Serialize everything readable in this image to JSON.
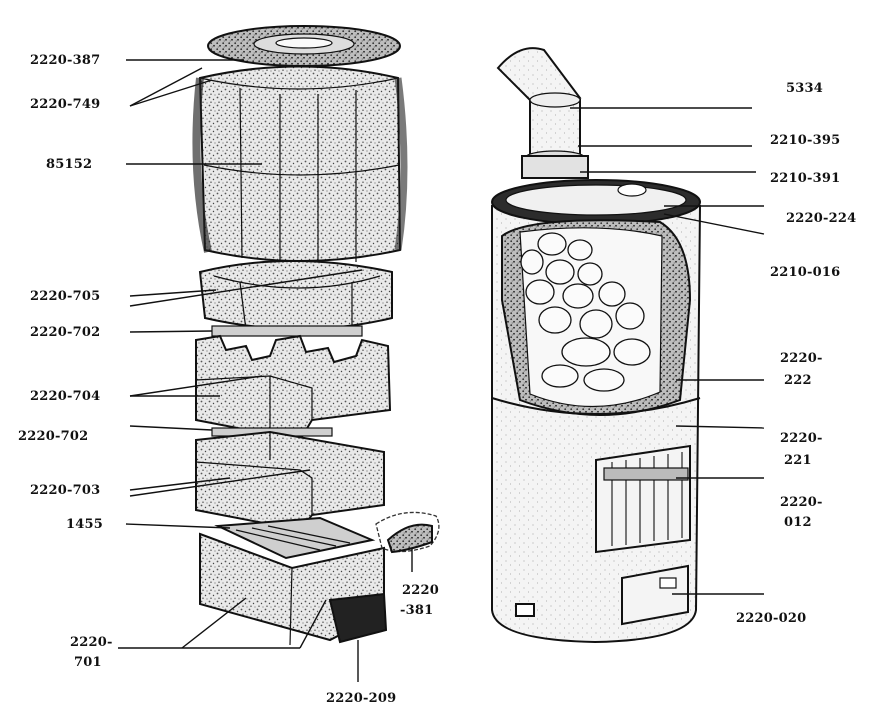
{
  "part_numbers": {
    "l_2220_387": "2220-387",
    "l_2220_749": "2220-749",
    "l_85152": "85152",
    "l_2220_705": "2220-705",
    "l_2220_702_a": "2220-702",
    "l_2220_704": "2220-704",
    "l_2220_702_b": "2220-702",
    "l_2220_703": "2220-703",
    "l_1455": "1455",
    "l_2220_701_a": "2220-",
    "l_2220_701_b": "701",
    "l_2220_381_a": "2220",
    "l_2220_381_b": "-381",
    "l_2220_209": "2220-209",
    "l_5334": "5334",
    "l_2210_395": "2210-395",
    "l_2210_391": "2210-391",
    "l_2220_224": "2220-224",
    "l_2210_016": "2210-016",
    "l_2220_222_a": "2220-",
    "l_2220_222_b": "222",
    "l_2220_221_a": "2220-",
    "l_2220_221_b": "221",
    "l_2220_012_a": "2220-",
    "l_2220_012_b": "012",
    "l_2220_020": "2220-020"
  }
}
